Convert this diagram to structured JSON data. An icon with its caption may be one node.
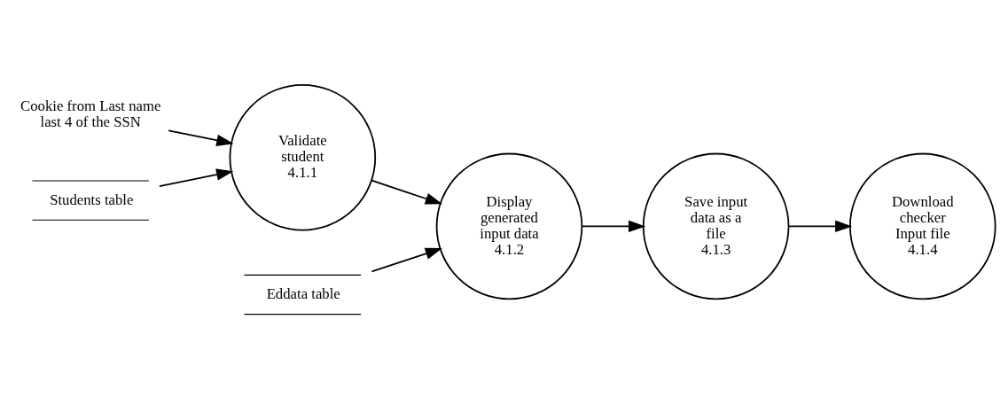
{
  "diagram": {
    "nodes": [
      {
        "text": [
          "Cookie from Last name last 4 of the SSN"
        ]
      },
      {
        "text": [
          "Validate student",
          "4.1.1"
        ]
      },
      {
        "text": [
          "Display generated input data",
          "4.1.2"
        ]
      },
      {
        "text": [
          "Save input data as a file",
          "4.1.3"
        ]
      },
      {
        "text": [
          "Download checker Input file",
          "4.1.4"
        ]
      },
      {
        "text": [
          "Students table"
        ]
      },
      {
        "text": [
          "Eddata table"
        ]
      }
    ],
    "edges": [
      {
        "from": 0,
        "to": 1,
        "arrow": "to"
      },
      {
        "from": 5,
        "to": 1,
        "arrow": "to"
      },
      {
        "from": 1,
        "to": 2,
        "arrow": "to"
      },
      {
        "from": 6,
        "to": 2,
        "arrow": "to"
      },
      {
        "from": 2,
        "to": 3,
        "arrow": "to"
      },
      {
        "from": 3,
        "to": 4,
        "arrow": "to"
      }
    ]
  }
}
